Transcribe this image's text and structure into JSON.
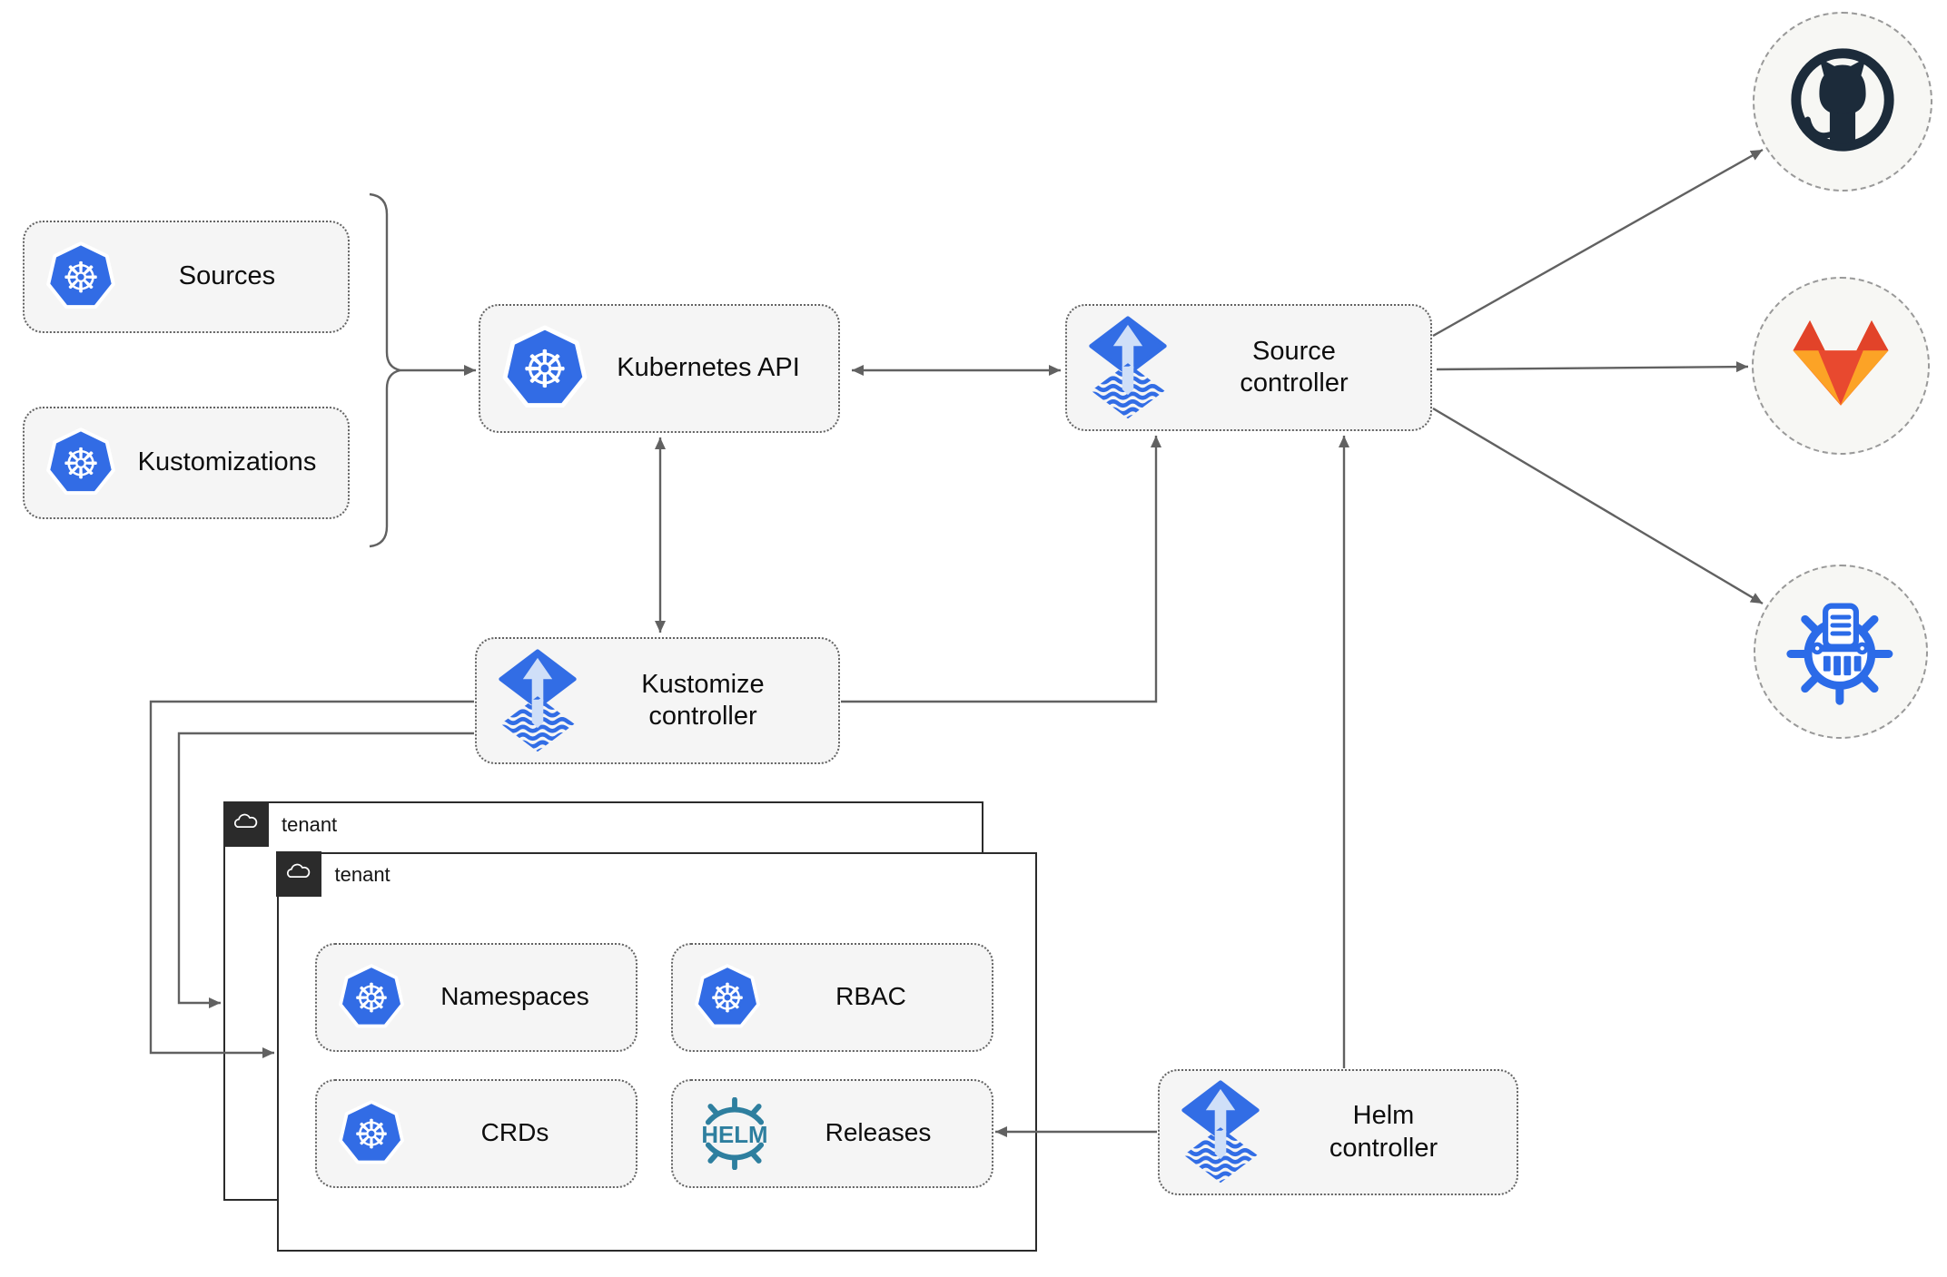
{
  "nodes": {
    "sources": {
      "label": "Sources"
    },
    "kustomizations": {
      "label": "Kustomizations"
    },
    "kubernetes_api": {
      "label": "Kubernetes API"
    },
    "source_controller": {
      "label": "Source controller"
    },
    "kustomize_controller": {
      "label": "Kustomize controller"
    },
    "helm_controller": {
      "label": "Helm controller"
    },
    "namespaces": {
      "label": "Namespaces"
    },
    "rbac": {
      "label": "RBAC"
    },
    "crds": {
      "label": "CRDs"
    },
    "releases": {
      "label": "Releases"
    }
  },
  "groups": {
    "tenant_outer": {
      "label": "tenant"
    },
    "tenant_inner": {
      "label": "tenant"
    }
  },
  "logos": {
    "helm_wordmark": "HELM"
  },
  "external_targets": [
    {
      "name": "github-repository"
    },
    {
      "name": "gitlab-repository"
    },
    {
      "name": "chartmuseum-helm-repository"
    }
  ],
  "colors": {
    "kubernetes_blue": "#326ce5",
    "flux_blue": "#326de5",
    "flux_arrow_light": "#cfdff8",
    "helm_teal": "#2e7f9f",
    "chartmuseum_blue": "#2b6be8",
    "github_dark": "#1c2b3a",
    "gitlab_dark_orange": "#e24329",
    "gitlab_orange": "#fc6d26",
    "gitlab_light_orange": "#fca326",
    "node_background": "#f5f5f5",
    "node_border": "#636363",
    "tenant_dark": "#2b2b2b",
    "arrow_gray": "#616161"
  }
}
